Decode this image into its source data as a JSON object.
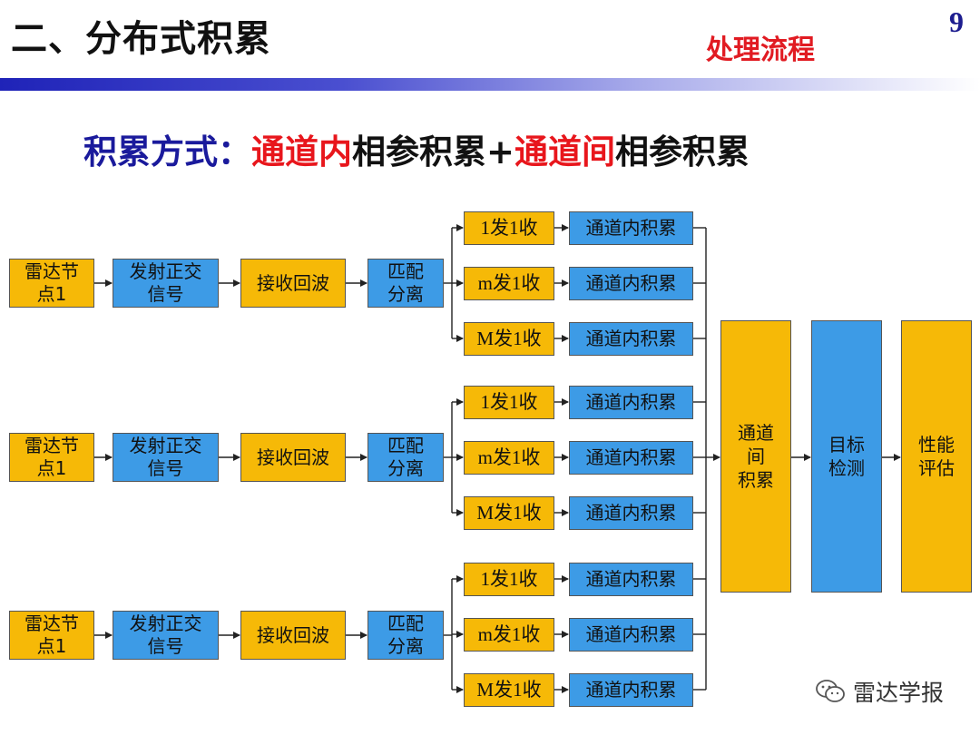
{
  "slide": {
    "title": "二、分布式积累",
    "subtitle": "处理流程",
    "page_number": "9"
  },
  "headline": {
    "part1": "积累方式：",
    "part2": "通道内",
    "part3": "相参积累+",
    "part4": "通道间",
    "part5": "相参积累"
  },
  "rows": [
    {
      "node": [
        "雷达节",
        "点1"
      ],
      "transmit": [
        "发射正交",
        "信号"
      ],
      "receive": "接收回波",
      "separate": [
        "匹配",
        "分离"
      ],
      "channels": [
        {
          "mode": "1发1收",
          "integ": "通道内积累"
        },
        {
          "mode": "m发1收",
          "integ": "通道内积累"
        },
        {
          "mode": "M发1收",
          "integ": "通道内积累"
        }
      ]
    },
    {
      "node": [
        "雷达节",
        "点1"
      ],
      "transmit": [
        "发射正交",
        "信号"
      ],
      "receive": "接收回波",
      "separate": [
        "匹配",
        "分离"
      ],
      "channels": [
        {
          "mode": "1发1收",
          "integ": "通道内积累"
        },
        {
          "mode": "m发1收",
          "integ": "通道内积累"
        },
        {
          "mode": "M发1收",
          "integ": "通道内积累"
        }
      ]
    },
    {
      "node": [
        "雷达节",
        "点1"
      ],
      "transmit": [
        "发射正交",
        "信号"
      ],
      "receive": "接收回波",
      "separate": [
        "匹配",
        "分离"
      ],
      "channels": [
        {
          "mode": "1发1收",
          "integ": "通道内积累"
        },
        {
          "mode": "m发1收",
          "integ": "通道内积累"
        },
        {
          "mode": "M发1收",
          "integ": "通道内积累"
        }
      ]
    }
  ],
  "inter_channel": [
    "通道",
    "间",
    "积累"
  ],
  "target_detection": [
    "目标",
    "检测"
  ],
  "performance_eval": [
    "性能",
    "评估"
  ],
  "watermark": "雷达学报",
  "colors": {
    "orange_box": "#f6b907",
    "blue_box": "#3d9be6",
    "title_red": "#e11b22",
    "title_blue": "#1a1a9c"
  }
}
